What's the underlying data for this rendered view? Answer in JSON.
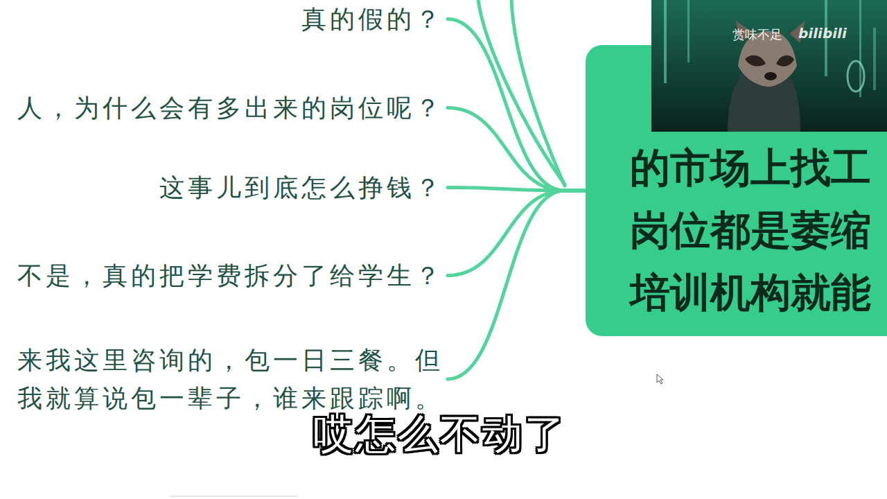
{
  "diagram": {
    "nodes": [
      {
        "text": [
          "的市场上找工 岗位都是萎缩 培训机构就能"
        ]
      },
      {
        "text": [
          "真的假的？"
        ]
      },
      {
        "text": [
          "人，为什么会有多出来的岗位呢？"
        ]
      },
      {
        "text": [
          "这事儿到底怎么挣钱？"
        ]
      },
      {
        "text": [
          "不是，真的把学费拆分了给学生？"
        ]
      },
      {
        "text": [
          "来我这里咨询的，包一日三餐。但 我就算说包一辈子，谁来跟踪啊。"
        ]
      }
    ],
    "edges": [
      {
        "from": 0,
        "to": 1,
        "arrow": "none"
      },
      {
        "from": 0,
        "to": 2,
        "arrow": "none"
      },
      {
        "from": 0,
        "to": 3,
        "arrow": "none"
      },
      {
        "from": 0,
        "to": 4,
        "arrow": "none"
      },
      {
        "from": 0,
        "to": 5,
        "arrow": "none"
      }
    ],
    "labels": [
      "赏味不足",
      "bilibili",
      "哎怎么不动了"
    ]
  }
}
